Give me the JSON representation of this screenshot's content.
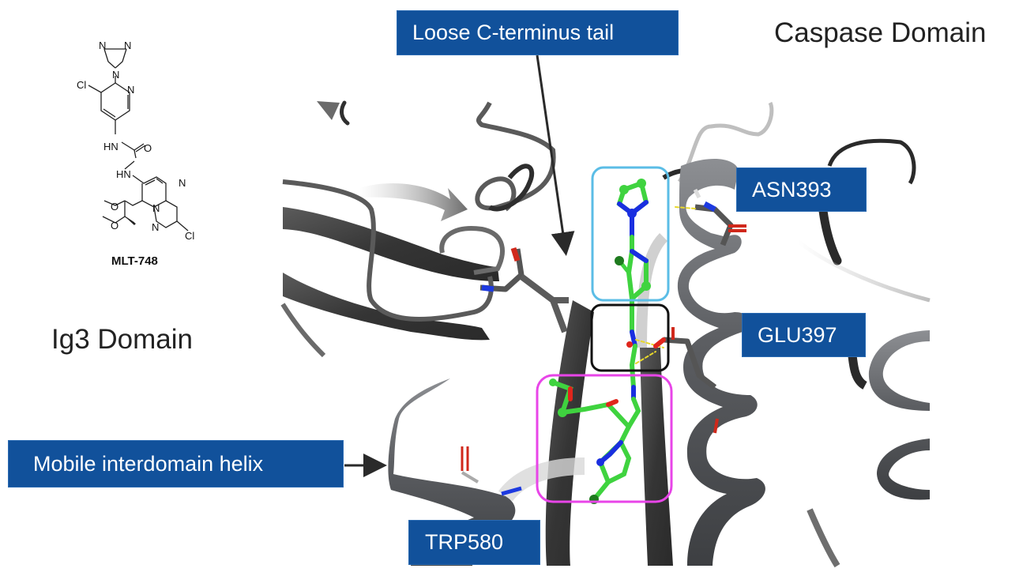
{
  "figure": {
    "domains": {
      "caspase": "Caspase Domain",
      "ig3": "Ig3 Domain"
    },
    "compound": {
      "name": "MLT-748",
      "atom_labels": {
        "triazole_n1": "N",
        "triazole_n2": "N",
        "triazole_n3": "N",
        "pyridine_n": "N",
        "chloro_1": "Cl",
        "urea_nh1": "HN",
        "urea_o": "O",
        "urea_nh2": "HN",
        "pyrimidine_n": "N",
        "methoxy_o1": "O",
        "methoxy_o2": "O",
        "bridge_n": "N",
        "pyrazole_n": "N",
        "chloro_2": "Cl"
      }
    },
    "annotations": {
      "c_terminus": "Loose C-terminus tail",
      "asn393": "ASN393",
      "glu397": "GLU397",
      "mobile_helix": "Mobile interdomain helix",
      "trp580": "TRP580"
    },
    "highlight_colors": {
      "label_bg": "#11519b",
      "triazole_box": "#5bbde6",
      "urea_box": "#111111",
      "pyrazolopyrimidine_box": "#e845e8",
      "carbon": "#3fd33f",
      "nitrogen": "#1a2fe0",
      "oxygen": "#e0261c",
      "chlorine": "#1e7a1e",
      "protein_ribbon": "#4a4a4a"
    }
  }
}
